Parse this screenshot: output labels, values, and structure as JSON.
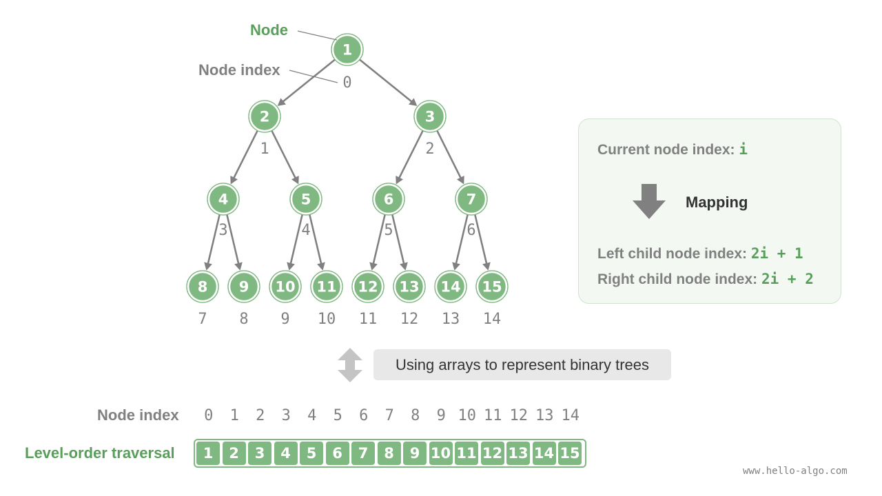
{
  "colors": {
    "node_fill": "#80b882",
    "accent_text": "#5a9e5c",
    "muted": "#808080",
    "panel_bg": "#f3f8f3",
    "caption_bg": "#e8e8e8"
  },
  "tree": {
    "node_label": "Node",
    "index_label": "Node index",
    "nodes": [
      {
        "value": "1",
        "index": "0"
      },
      {
        "value": "2",
        "index": "1"
      },
      {
        "value": "3",
        "index": "2"
      },
      {
        "value": "4",
        "index": "3"
      },
      {
        "value": "5",
        "index": "4"
      },
      {
        "value": "6",
        "index": "5"
      },
      {
        "value": "7",
        "index": "6"
      },
      {
        "value": "8",
        "index": "7"
      },
      {
        "value": "9",
        "index": "8"
      },
      {
        "value": "10",
        "index": "9"
      },
      {
        "value": "11",
        "index": "10"
      },
      {
        "value": "12",
        "index": "11"
      },
      {
        "value": "13",
        "index": "12"
      },
      {
        "value": "14",
        "index": "13"
      },
      {
        "value": "15",
        "index": "14"
      }
    ]
  },
  "mapping_panel": {
    "current_label": "Current node index: ",
    "current_expr": "i",
    "arrow_icon": "down-arrow-icon",
    "mapping_label": "Mapping",
    "left_label": "Left child node index: ",
    "left_expr": "2i + 1",
    "right_label": "Right child node index: ",
    "right_expr": "2i + 2"
  },
  "array_section": {
    "icon": "up-down-arrow-icon",
    "caption": "Using arrays to represent binary trees",
    "index_row_label": "Node index",
    "traversal_label": "Level-order traversal",
    "indices": [
      "0",
      "1",
      "2",
      "3",
      "4",
      "5",
      "6",
      "7",
      "8",
      "9",
      "10",
      "11",
      "12",
      "13",
      "14"
    ],
    "values": [
      "1",
      "2",
      "3",
      "4",
      "5",
      "6",
      "7",
      "8",
      "9",
      "10",
      "11",
      "12",
      "13",
      "14",
      "15"
    ]
  },
  "watermark": "www.hello-algo.com"
}
